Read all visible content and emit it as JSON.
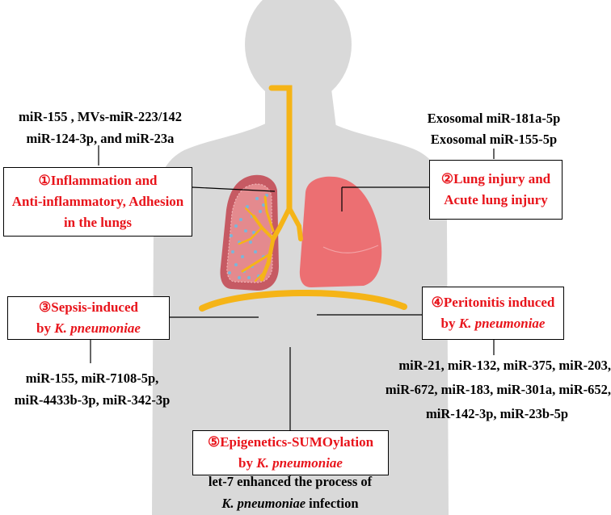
{
  "colors": {
    "silhouette": "#d9d9d9",
    "trachea": "#f5b417",
    "lung_left_outer": "#c65a63",
    "lung_left_inner": "#e48a8e",
    "lung_right": "#ec6f72",
    "alveoli_dots": "#7ab6d9",
    "box_text": "#e8141b"
  },
  "boxes": {
    "b1": {
      "line1": "①Inflammation and",
      "line2": "Anti-inflammatory, Adhesion",
      "line3": "in the lungs"
    },
    "b2": {
      "line1": "②Lung injury and",
      "line2": "Acute lung injury"
    },
    "b3": {
      "line1": "③Sepsis-induced",
      "line2_prefix": "by ",
      "line2_italic": "K. pneumoniae"
    },
    "b4": {
      "line1": "④Peritonitis induced",
      "line2_prefix": "by ",
      "line2_italic": "K. pneumoniae"
    },
    "b5": {
      "line1": "⑤Epigenetics-SUMOylation",
      "line2_prefix": "by ",
      "line2_italic": "K. pneumoniae"
    }
  },
  "labels": {
    "top_left_1": "miR-155 , MVs-miR-223/142",
    "top_left_2": "miR-124-3p, and miR-23a",
    "top_right_1": "Exosomal miR-181a-5p",
    "top_right_2": "Exosomal miR-155-5p",
    "sepsis_1": "miR-155, miR-7108-5p,",
    "sepsis_2": "miR-4433b-3p, miR-342-3p",
    "perit_1": "miR-21, miR-132, miR-375, miR-203,",
    "perit_2": "miR-672, miR-183, miR-301a, miR-652,",
    "perit_3": "miR-142-3p, miR-23b-5p",
    "let7_1": "let-7 enhanced the process of",
    "let7_2_italic": "K. pneumoniae",
    "let7_2_suffix": " infection"
  }
}
